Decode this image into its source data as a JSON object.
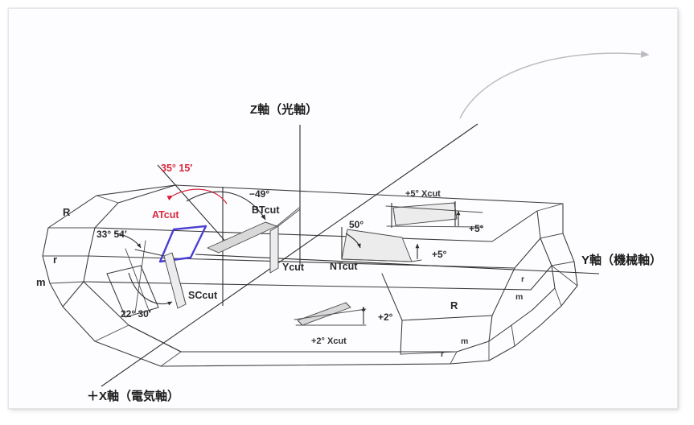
{
  "figure": {
    "title": "Quartz crystal orientation and cut angles",
    "background_color": "#fdfdff",
    "ink_color": "#3a3a3a",
    "accent_red": "#d6283c",
    "accent_blue": "#4a3fd0",
    "accent_gray": "#bcbcc2"
  },
  "axes": [
    {
      "id": "z",
      "label": "Z軸（光軸）",
      "description": "Z axis (optical axis)"
    },
    {
      "id": "y",
      "label": "Y軸（機械軸）",
      "description": "Y axis (mechanical axis)"
    },
    {
      "id": "x",
      "label": "＋X軸（電気軸）",
      "description": "plus X axis (electrical axis)"
    }
  ],
  "cuts": [
    {
      "id": "atcut",
      "label": "ATcut",
      "angle": "35°  15′",
      "color": "#d6283c"
    },
    {
      "id": "btcut",
      "label": "BTcut",
      "angle": "−49°",
      "color": "#2a2a2a"
    },
    {
      "id": "sccut",
      "label": "SCcut",
      "angle": "22°  30′",
      "color": "#2a2a2a"
    },
    {
      "id": "ycut",
      "label": "Ycut",
      "angle": "",
      "color": "#2a2a2a"
    },
    {
      "id": "ntcut",
      "label": "NTcut",
      "angle": "50°",
      "color": "#2a2a2a"
    },
    {
      "id": "xcut5",
      "label": "+5°  Xcut",
      "angle": "+5°",
      "color": "#2a2a2a"
    },
    {
      "id": "xcut2",
      "label": "+2°  Xcut",
      "angle": "+2°",
      "color": "#2a2a2a"
    }
  ],
  "angle_marks": {
    "at_angle": "35°  15′",
    "bt_angle": "−49°",
    "sc_angle": "22°  30′",
    "left_angle": "33°  54′",
    "nt_angle": "50°",
    "xcut5_top": "+5°",
    "xcut5_mid": "+5°",
    "xcut2": "+2°"
  },
  "crystal_faces": {
    "left": [
      {
        "id": "R-left",
        "label": "R"
      },
      {
        "id": "r-left",
        "label": "r"
      },
      {
        "id": "m-left",
        "label": "m"
      }
    ],
    "right": [
      {
        "id": "R-right",
        "label": "R"
      },
      {
        "id": "r-right-upper",
        "label": "r"
      },
      {
        "id": "m-right-upper",
        "label": "m"
      },
      {
        "id": "m-right-lower",
        "label": "m"
      },
      {
        "id": "r-right-lower",
        "label": "r"
      }
    ]
  },
  "annotations": {
    "rotation_arrow": "curved-rotation-arrow"
  }
}
